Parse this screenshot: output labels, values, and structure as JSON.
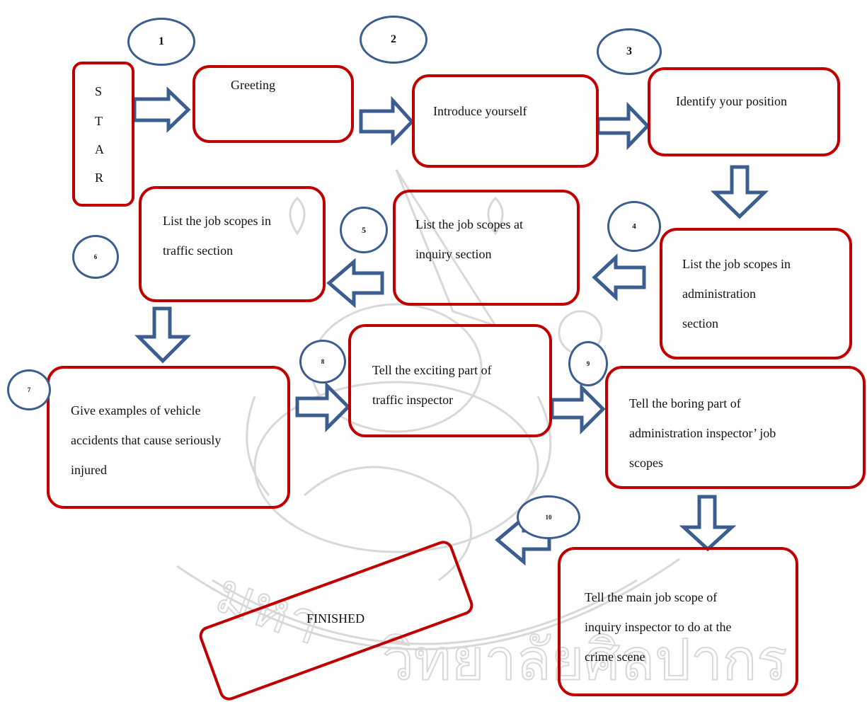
{
  "steps": {
    "start": {
      "letters": [
        "S",
        "T",
        "A",
        "R"
      ]
    },
    "greeting": "Greeting",
    "introduce": "Introduce yourself",
    "identify": "Identify your position",
    "admin_section": "List the job scopes in\nadministration\nsection",
    "inquiry_section": "List the job scopes at\ninquiry section",
    "traffic_section": "List the job scopes in\ntraffic section",
    "vehicle_accidents": "Give examples of  vehicle\naccidents that cause seriously\ninjured",
    "exciting_part": "Tell the exciting part of\ntraffic inspector",
    "boring_part": "Tell the boring part of\nadministration inspector’ job\nscopes",
    "main_job_scope": "Tell the main job scope of\ninquiry inspector to do at the\ncrime scene",
    "finished": "FINISHED"
  },
  "numbers": {
    "n1": "1",
    "n2": "2",
    "n3": "3",
    "n4": "4",
    "n5": "5",
    "n6": "6",
    "n7": "7",
    "n8": "8",
    "n9": "9",
    "n10": "10"
  },
  "colors": {
    "box_border": "#c00000",
    "arrow_outline": "#3b5d8f",
    "circle_outline": "#3b5d8f",
    "watermark": "#d9d9d9"
  }
}
